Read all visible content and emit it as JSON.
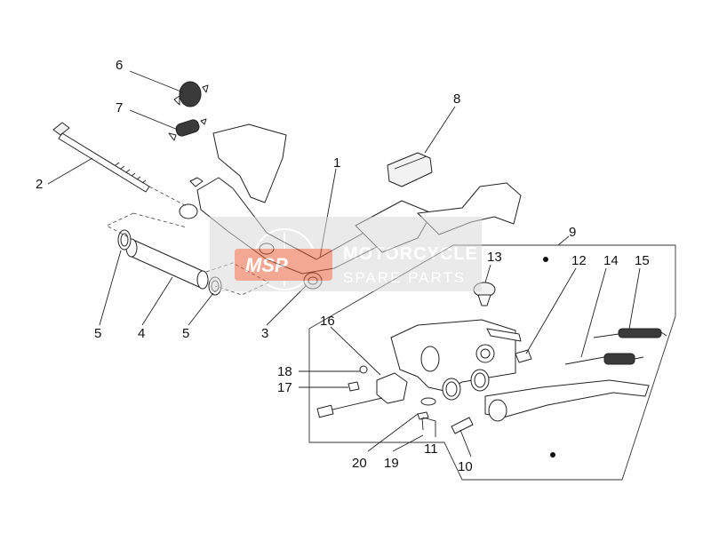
{
  "callouts": [
    {
      "id": "c1",
      "label": "1"
    },
    {
      "id": "c2",
      "label": "2"
    },
    {
      "id": "c3",
      "label": "3"
    },
    {
      "id": "c4",
      "label": "4"
    },
    {
      "id": "c5a",
      "label": "5"
    },
    {
      "id": "c5b",
      "label": "5"
    },
    {
      "id": "c6",
      "label": "6"
    },
    {
      "id": "c7",
      "label": "7"
    },
    {
      "id": "c8",
      "label": "8"
    },
    {
      "id": "c9",
      "label": "9"
    },
    {
      "id": "c10",
      "label": "10"
    },
    {
      "id": "c11",
      "label": "11"
    },
    {
      "id": "c12",
      "label": "12"
    },
    {
      "id": "c13",
      "label": "13"
    },
    {
      "id": "c14",
      "label": "14"
    },
    {
      "id": "c15",
      "label": "15"
    },
    {
      "id": "c16",
      "label": "16"
    },
    {
      "id": "c17",
      "label": "17"
    },
    {
      "id": "c18",
      "label": "18"
    },
    {
      "id": "c19",
      "label": "19"
    },
    {
      "id": "c20",
      "label": "20"
    }
  ],
  "watermark": {
    "logo": "MSP",
    "line1": "MOTORCYCLE",
    "line2": "SPARE PARTS",
    "color": "#e8623a"
  }
}
